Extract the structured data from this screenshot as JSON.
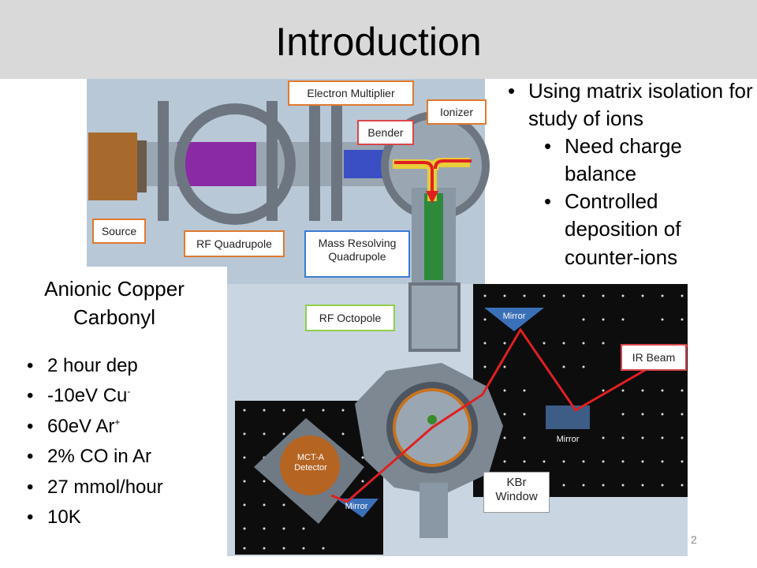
{
  "slide": {
    "title": "Introduction",
    "page_number": "2"
  },
  "right_bullets": {
    "item1": "Using matrix isolation for study of ions",
    "sub1": "Need charge balance",
    "sub2": "Controlled deposition of counter-ions"
  },
  "left_panel": {
    "heading": "Anionic Copper Carbonyl",
    "items": [
      {
        "text": "2 hour dep",
        "sup": ""
      },
      {
        "text": "-10eV Cu",
        "sup": "-"
      },
      {
        "text": "60eV Ar",
        "sup": "+"
      },
      {
        "text": "2% CO in Ar",
        "sup": ""
      },
      {
        "text": "27 mmol/hour",
        "sup": ""
      },
      {
        "text": "10K",
        "sup": ""
      }
    ]
  },
  "diagram_labels": {
    "electron_multiplier": "Electron Multiplier",
    "ionizer": "Ionizer",
    "bender": "Bender",
    "source": "Source",
    "rf_quadrupole": "RF Quadrupole",
    "mass_resolving": "Mass Resolving Quadrupole",
    "rf_octopole": "RF Octopole",
    "ir_beam": "IR Beam",
    "mirror_top": "Mirror",
    "mirror_mid": "Mirror",
    "mirror_bottom": "Mirror",
    "mct_detector": "MCT-A Detector",
    "kbr_window": "KBr Window"
  },
  "colors": {
    "title_bar": "#d9d9d9",
    "beam": "#e02020",
    "ion_path": "#f2d22c",
    "chamber": "#b9c8d6",
    "table": "#111111"
  }
}
